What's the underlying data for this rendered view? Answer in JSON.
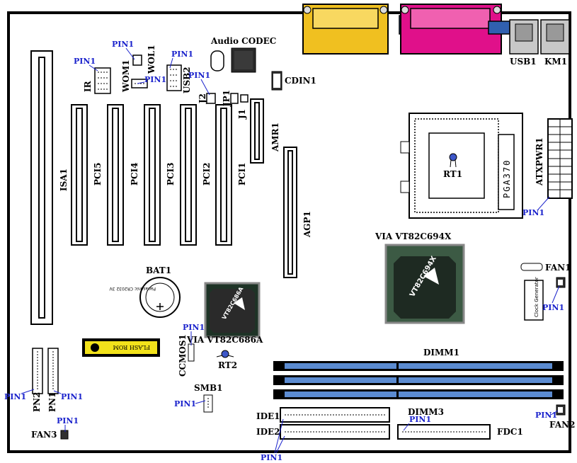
{
  "labels": {
    "audio_codec": "Audio CODEC",
    "usb1": "USB1",
    "km1": "KM1",
    "cdin1": "CDIN1",
    "wol1": "WOL1",
    "wom1": "WOM1",
    "usb2": "USB2",
    "ir": "IR",
    "j2": "J2",
    "jp1": "JP1",
    "j1": "J1",
    "amr1": "AMR1",
    "isa1": "ISA1",
    "pci5": "PCI5",
    "pci4": "PCI4",
    "pci3": "PCI3",
    "pci2": "PCI2",
    "pci1": "PCI1",
    "agp1": "AGP1",
    "rt1": "RT1",
    "socket": "PGA370",
    "atxpwr1": "ATXPWR1",
    "via_north": "VIA VT82C694X",
    "north_chip": "VT82C694X",
    "bat1": "BAT1",
    "via_south": "VIA VT82C686A",
    "south_chip": "VT82C686A",
    "fan1": "FAN1",
    "clock_gen": "Clock Generator",
    "flash_rom": "FLASH ROM",
    "ccmos1": "CCMOS1",
    "rt2": "RT2",
    "dimm1": "DIMM1",
    "dimm3": "DIMM3",
    "smb1": "SMB1",
    "pn2": "PN2",
    "pn1": "PN1",
    "fan3": "FAN3",
    "ide1": "IDE1",
    "ide2": "IDE2",
    "fdc1": "FDC1",
    "fan2": "FAN2",
    "battery_text": "Panasonic CR2032 3V"
  },
  "pin_label": "PIN1",
  "colors": {
    "parallel_port": "#f0c020",
    "serial_port": "#e0108a",
    "vga_blue": "#3060b0",
    "usb_gray": "#c8c8c8",
    "chip_dark": "#2a2a2a",
    "north_chip_bg": "#3c5a44",
    "south_chip_bg": "#1e3326",
    "chip_border": "#888888",
    "pin_text": "#1a22cc",
    "dimm_blue": "#5b8bd1",
    "flash_yellow": "#f2e21b",
    "cdin_dark": "#303030"
  }
}
